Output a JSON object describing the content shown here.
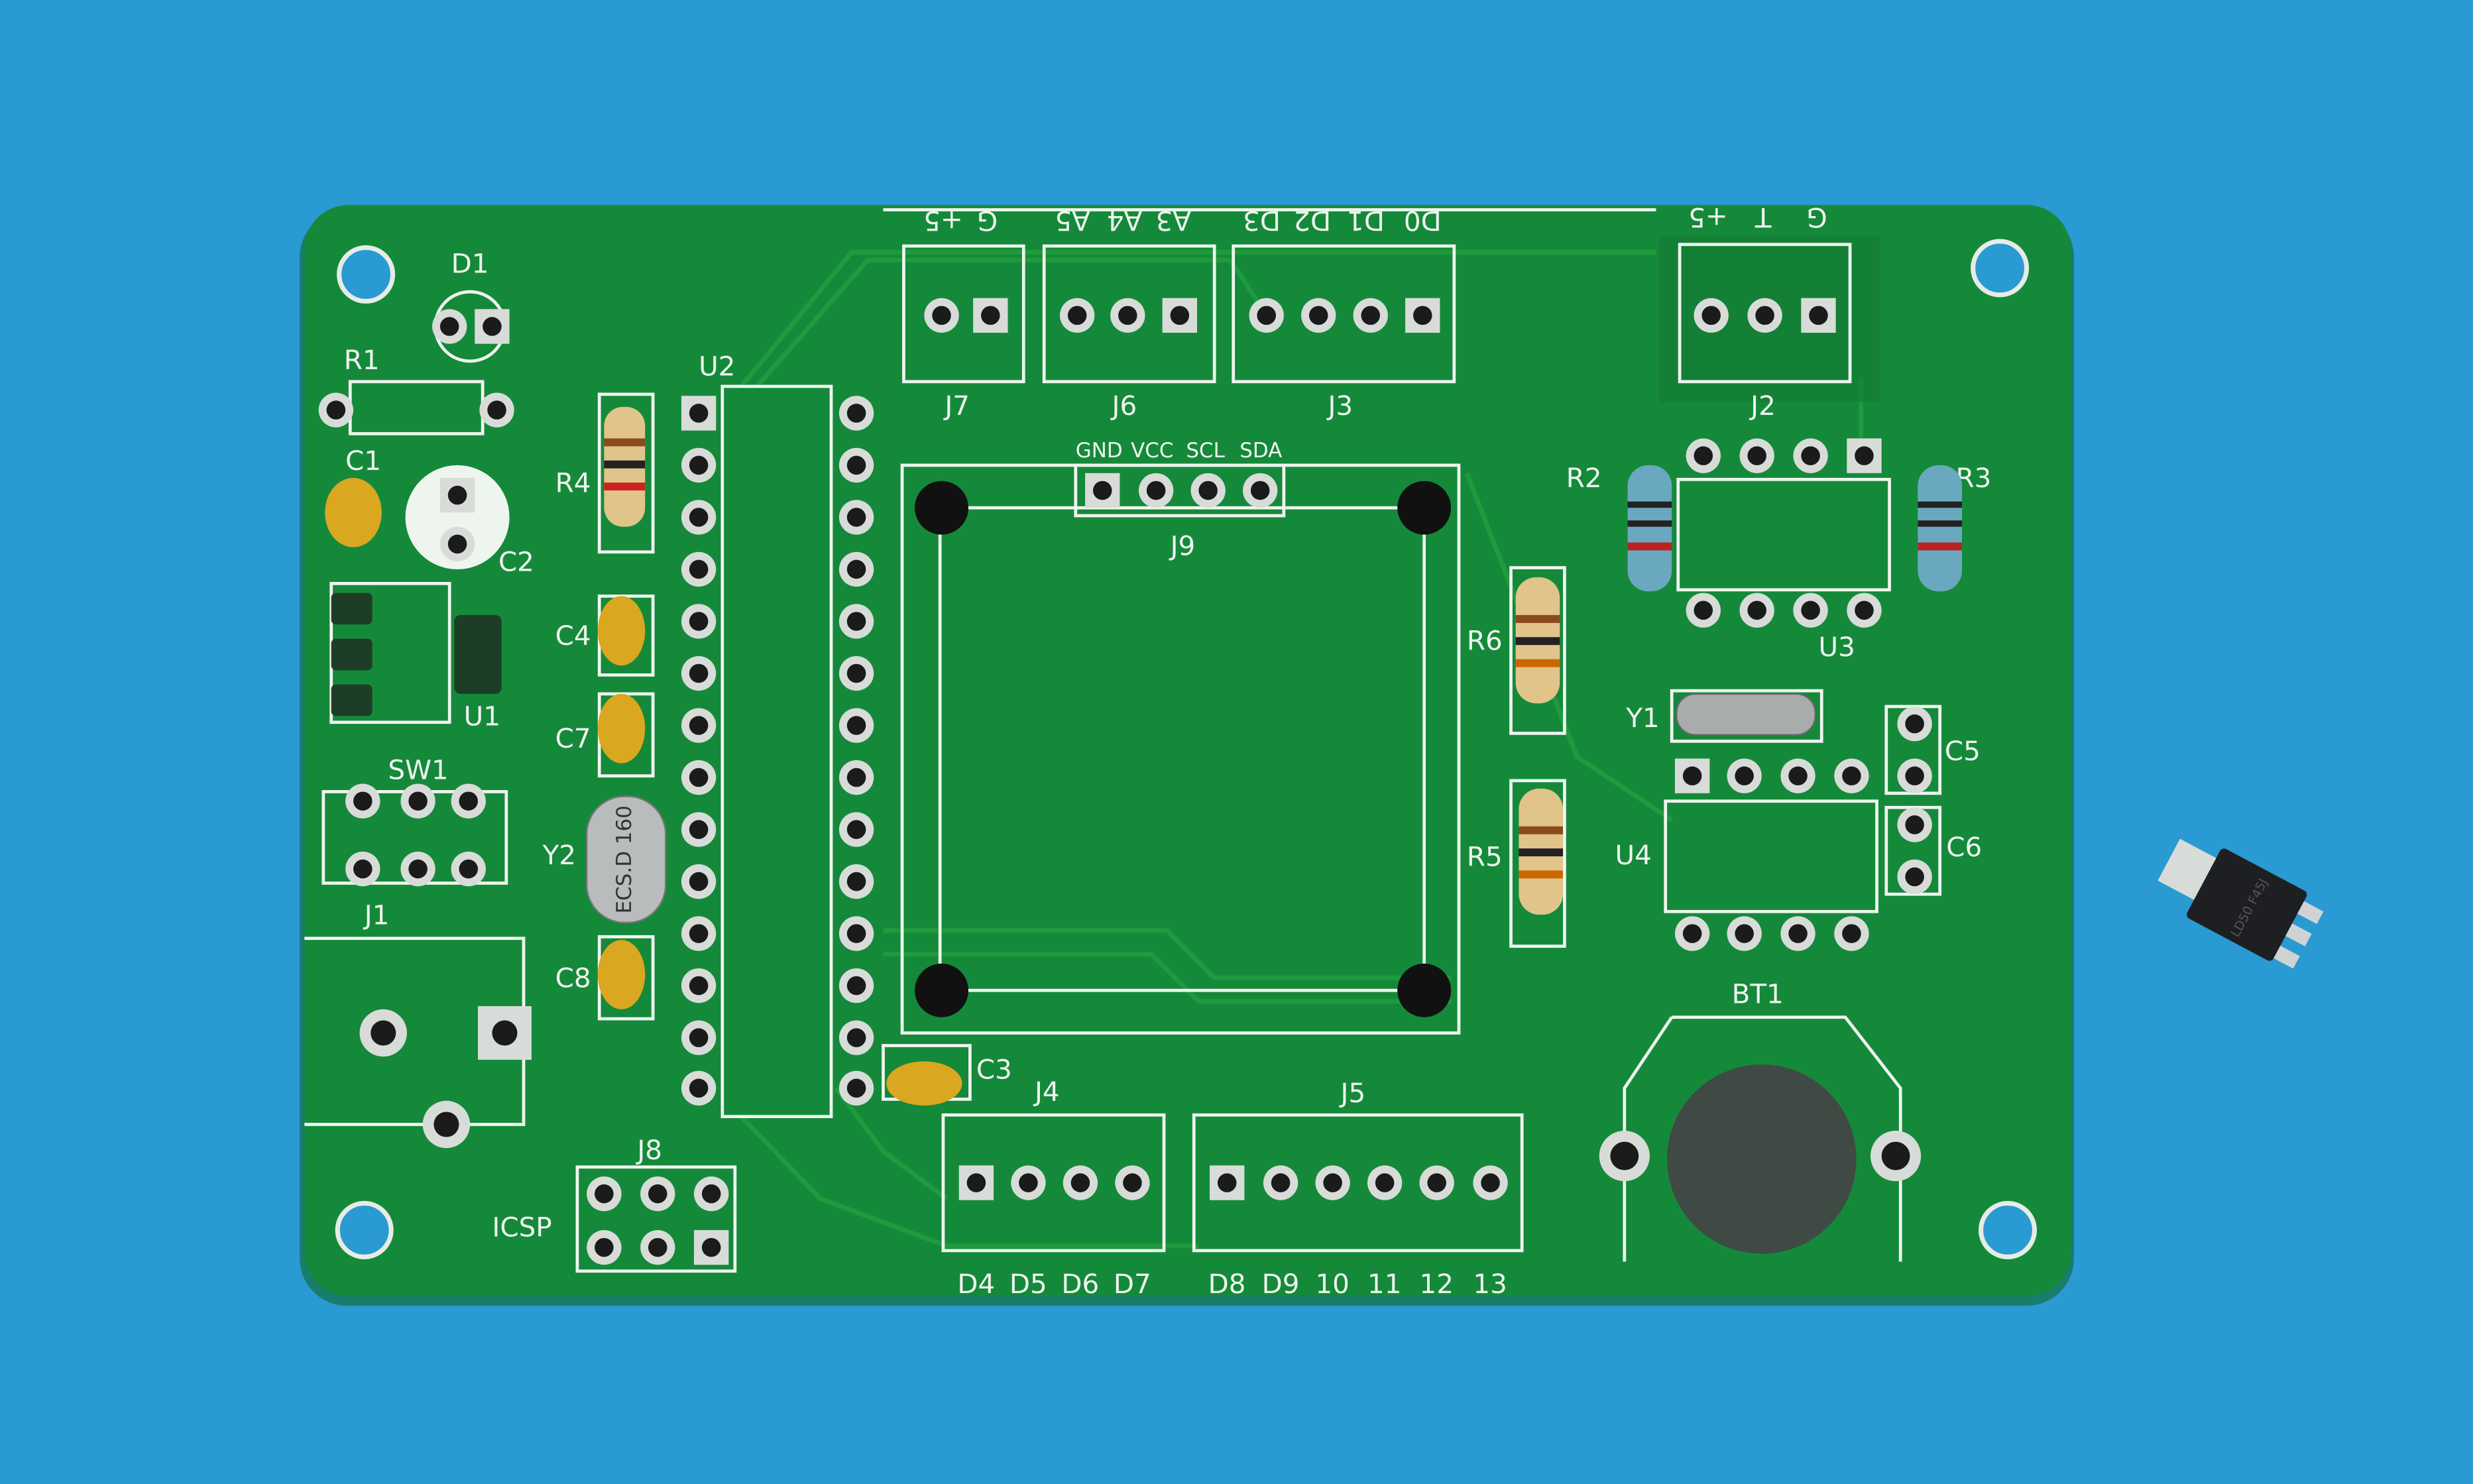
{
  "colors": {
    "background": "#2a9ad2",
    "board": "#15893a",
    "silkscreen": "#eef5ee",
    "pad": "#d8dcd8",
    "resistor_body": "#e0c48a",
    "capacitor": "#d9a820"
  },
  "board": {
    "mounting": [
      "D1",
      "R1",
      "C1",
      "C2",
      "U1",
      "SW1",
      "J1",
      "R4",
      "C4",
      "C7",
      "Y2",
      "C8",
      "U2",
      "J8",
      "C3",
      "J4",
      "J5",
      "J9",
      "J7",
      "J6",
      "J3",
      "J2",
      "R2",
      "R3",
      "U3",
      "R6",
      "R5",
      "Y1",
      "C5",
      "C6",
      "U4",
      "BT1"
    ],
    "icsp_label": "ICSP",
    "y2_marking": "ECS.D 160",
    "j9_pins": [
      "GND",
      "VCC",
      "SCL",
      "SDA"
    ],
    "j7_pins": [
      "+5",
      "G"
    ],
    "j6_pins": [
      "A5",
      "A4",
      "A3"
    ],
    "j3_pins": [
      "D3",
      "D2",
      "D1",
      "D0"
    ],
    "j2_pins": [
      "+5",
      "T",
      "G"
    ],
    "j4_pins": [
      "D4",
      "D5",
      "D6",
      "D7"
    ],
    "j5_pins": [
      "D8",
      "D9",
      "10",
      "11",
      "12",
      "13"
    ]
  },
  "loose_part": {
    "marking": "LD50 F45J"
  }
}
